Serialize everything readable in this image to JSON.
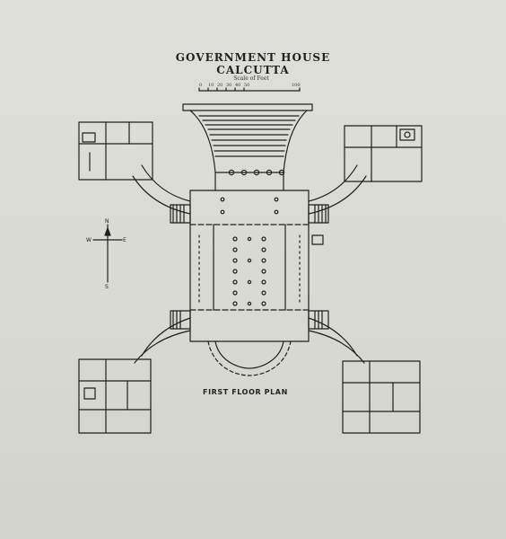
{
  "title": {
    "line1": "GOVERNMENT HOUSE",
    "line2": "CALCUTTA"
  },
  "scale": {
    "label": "Scale of Feet",
    "ticks": [
      "0",
      "10",
      "20",
      "30",
      "40",
      "50",
      "100"
    ]
  },
  "plan_label": "FIRST FLOOR PLAN",
  "compass": {
    "north": "N",
    "south": "S",
    "east": "E",
    "west": "W"
  },
  "colors": {
    "paper": "#dcdcd6",
    "ink": "#1f1f1f"
  }
}
